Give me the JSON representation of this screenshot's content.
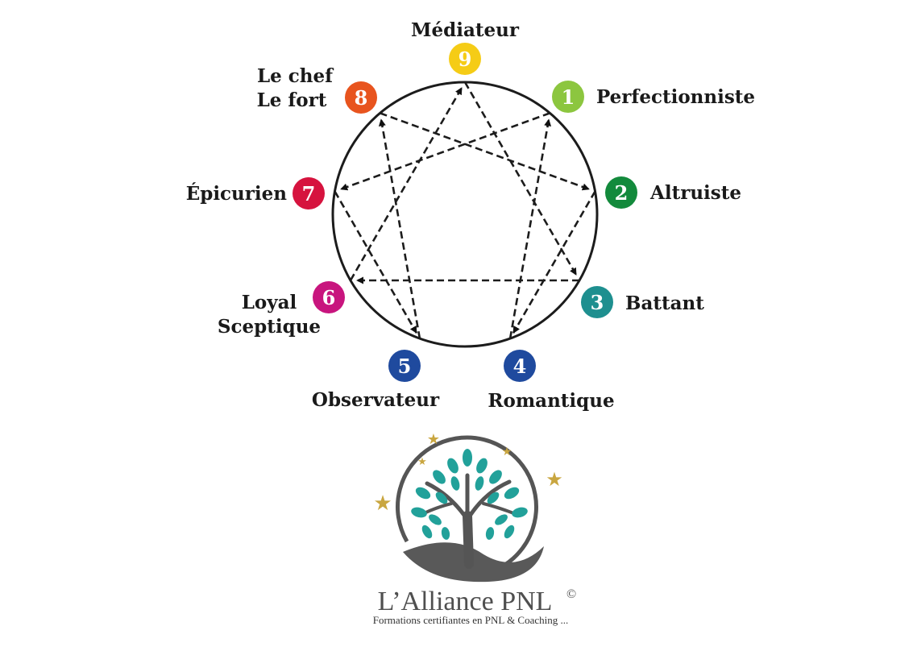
{
  "enneagram": {
    "types": [
      {
        "number": "1",
        "label": "Perfectionniste",
        "color": "#8cc63f"
      },
      {
        "number": "2",
        "label": "Altruiste",
        "color": "#138a3c"
      },
      {
        "number": "3",
        "label": "Battant",
        "color": "#1e8f8f"
      },
      {
        "number": "4",
        "label": "Romantique",
        "color": "#1f4a9e"
      },
      {
        "number": "5",
        "label": "Observateur",
        "color": "#1f4a9e"
      },
      {
        "number": "6",
        "label_line1": "Loyal",
        "label_line2": "Sceptique",
        "color": "#c8157e"
      },
      {
        "number": "7",
        "label": "Épicurien",
        "color": "#d6133e"
      },
      {
        "number": "8",
        "label_line1": "Le chef",
        "label_line2": "Le fort",
        "color": "#e8541e"
      },
      {
        "number": "9",
        "label": "Médiateur",
        "color": "#f5cc16"
      }
    ],
    "arrows": [
      [
        "1",
        "7"
      ],
      [
        "7",
        "5"
      ],
      [
        "5",
        "8"
      ],
      [
        "8",
        "2"
      ],
      [
        "2",
        "4"
      ],
      [
        "4",
        "1"
      ],
      [
        "9",
        "3"
      ],
      [
        "3",
        "6"
      ],
      [
        "6",
        "9"
      ]
    ]
  },
  "logo": {
    "brand_name": "L’Alliance PNL",
    "copyright": "©",
    "tagline": "Formations certifiantes en PNL & Coaching ...",
    "star_color": "#c9a640",
    "leaf_color": "#22a19a",
    "trunk_color": "#555555"
  }
}
